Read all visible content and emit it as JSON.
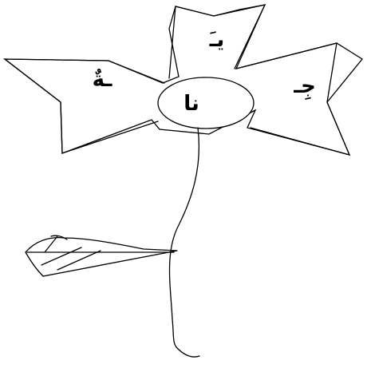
{
  "flower": {
    "petal_top_label": "يـَ",
    "petal_left_label": "ـةٌ",
    "petal_right_label": "جِـ",
    "center_label": "نا"
  },
  "colors": {
    "stroke": "#000000",
    "background": "#ffffff"
  }
}
